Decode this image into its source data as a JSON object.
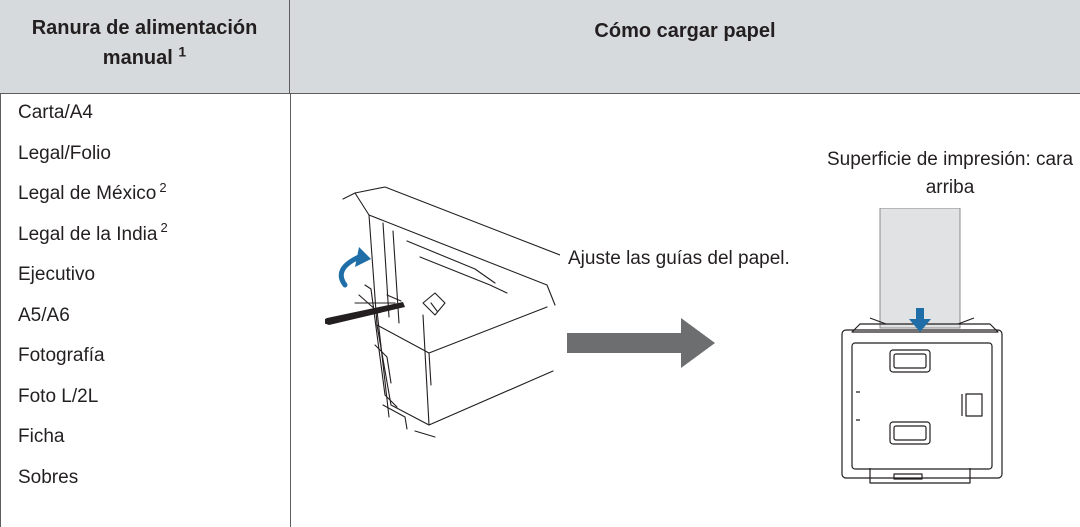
{
  "table": {
    "header": {
      "col1_title": "Ranura de alimentación manual",
      "col1_note": "1",
      "col2_title": "Cómo cargar papel"
    },
    "sizes": [
      {
        "label": "Carta/A4",
        "note": ""
      },
      {
        "label": "Legal/Folio",
        "note": ""
      },
      {
        "label": "Legal de México",
        "note": "2"
      },
      {
        "label": "Legal de la India",
        "note": "2"
      },
      {
        "label": "Ejecutivo",
        "note": ""
      },
      {
        "label": "A5/A6",
        "note": ""
      },
      {
        "label": "Fotografía",
        "note": ""
      },
      {
        "label": "Foto L/2L",
        "note": ""
      },
      {
        "label": "Ficha",
        "note": ""
      },
      {
        "label": "Sobres",
        "note": ""
      }
    ]
  },
  "instructions": {
    "adjust_guides": "Ajuste las guías del papel.",
    "print_surface": "Superficie de impresión: cara arriba"
  },
  "colors": {
    "header_bg": "#d7dadc",
    "rule": "#5d5d5d",
    "arrow_gray": "#6d6e70",
    "accent_blue": "#1f6ea8",
    "paper_gray": "#e1e2e3"
  },
  "icons": {
    "printer_guides": "printer-manual-slot-illustration",
    "next_step": "right-arrow-icon",
    "paper_loading": "paper-insert-illustration"
  }
}
